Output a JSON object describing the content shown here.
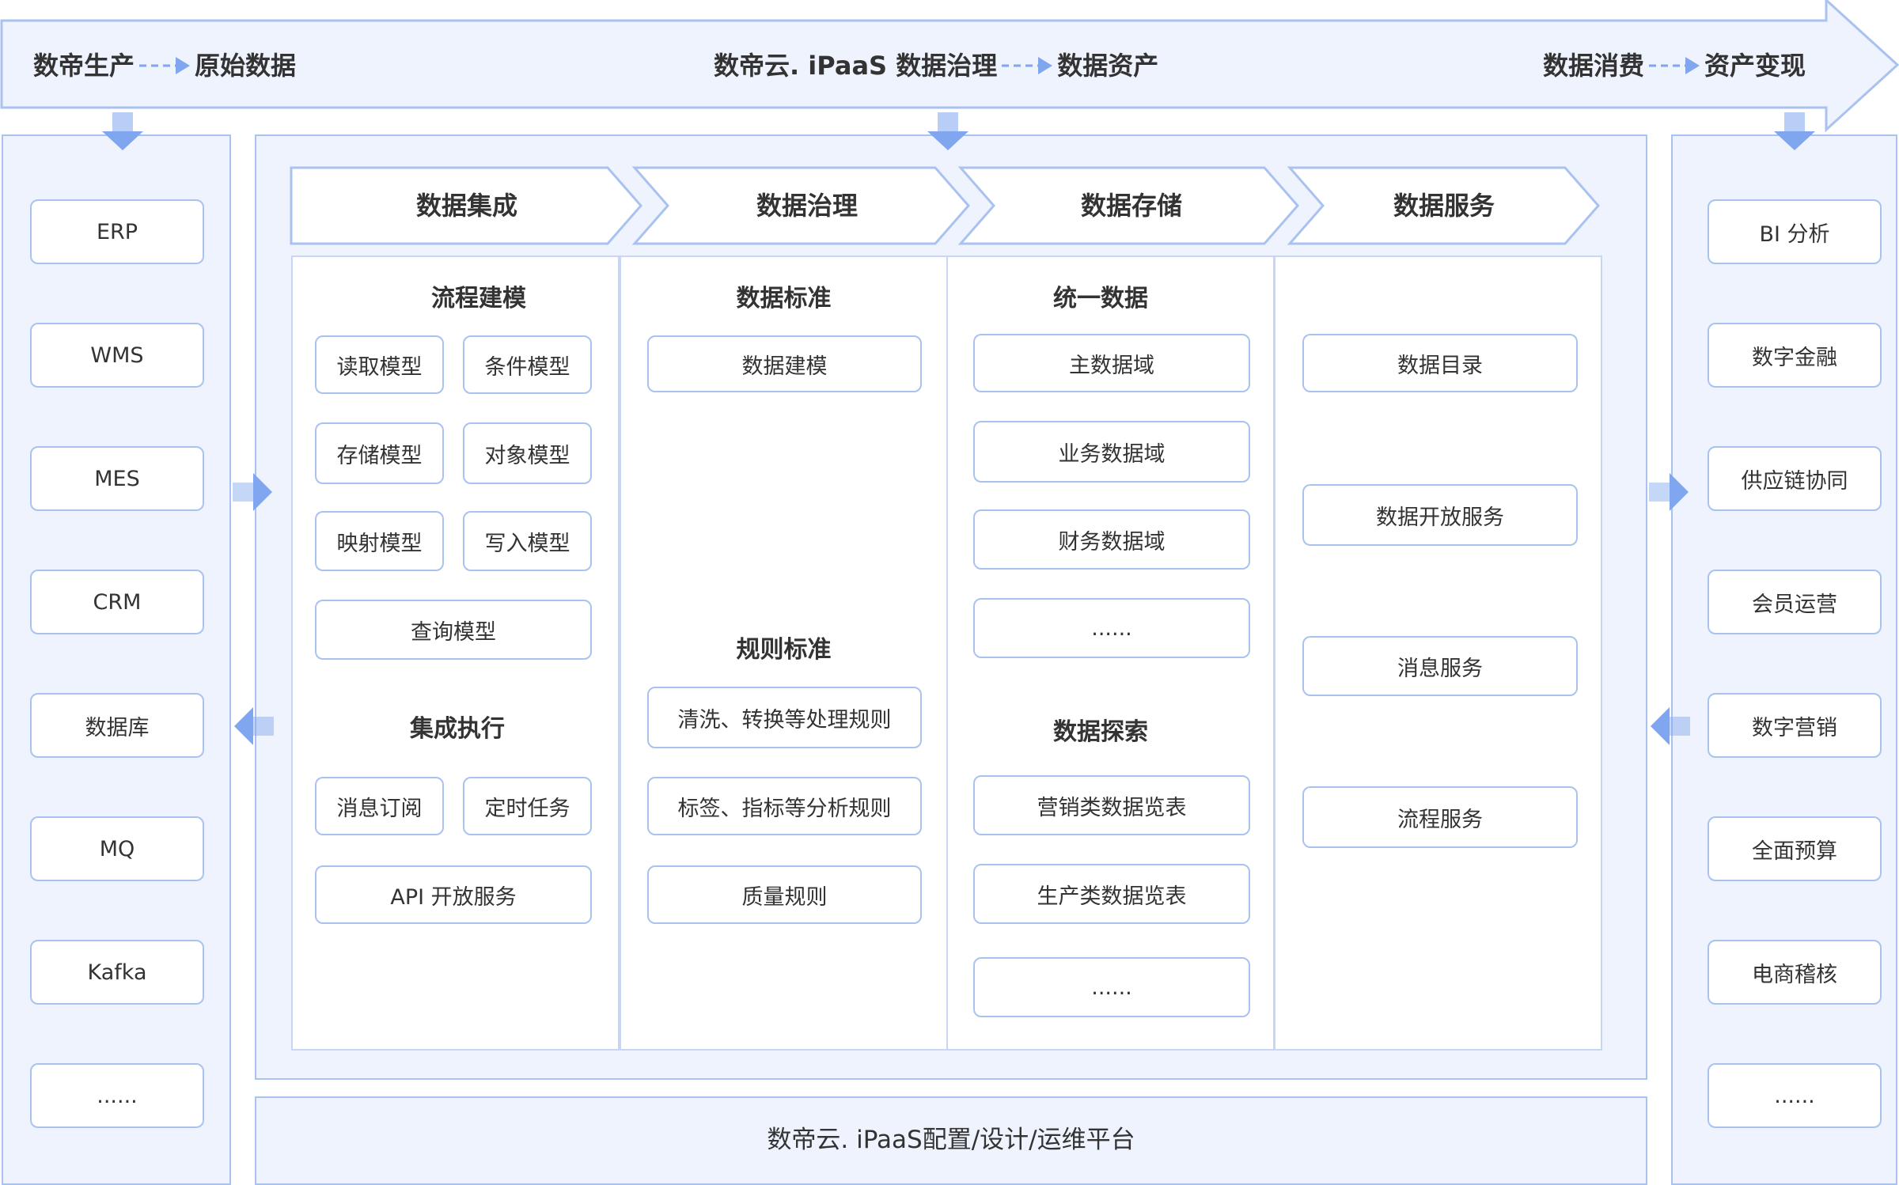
{
  "banner": {
    "left": {
      "from": "数帝生产",
      "to": "原始数据"
    },
    "middle": {
      "from": "数帝云. iPaaS 数据治理",
      "to": "数据资产"
    },
    "right": {
      "from": "数据消费",
      "to": "资产变现"
    }
  },
  "sources": [
    "ERP",
    "WMS",
    "MES",
    "CRM",
    "数据库",
    "MQ",
    "Kafka",
    "......"
  ],
  "consumers": [
    "BI 分析",
    "数字金融",
    "供应链协同",
    "会员运营",
    "数字营销",
    "全面预算",
    "电商稽核",
    "......"
  ],
  "stages": [
    "数据集成",
    "数据治理",
    "数据存储",
    "数据服务"
  ],
  "integration": {
    "modeling_title": "流程建模",
    "models": [
      "读取模型",
      "条件模型",
      "存储模型",
      "对象模型",
      "映射模型",
      "写入模型"
    ],
    "query_model": "查询模型",
    "execution_title": "集成执行",
    "execution": [
      "消息订阅",
      "定时任务"
    ],
    "api_service": "API 开放服务"
  },
  "governance": {
    "standard_title": "数据标准",
    "standard_items": [
      "数据建模"
    ],
    "rules_title": "规则标准",
    "rules_items": [
      "清洗、转换等处理规则",
      "标签、指标等分析规则",
      "质量规则"
    ]
  },
  "storage": {
    "unified_title": "统一数据",
    "unified_items": [
      "主数据域",
      "业务数据域",
      "财务数据域",
      "......"
    ],
    "explore_title": "数据探索",
    "explore_items": [
      "营销类数据览表",
      "生产类数据览表",
      "......"
    ]
  },
  "services": {
    "items": [
      "数据目录",
      "数据开放服务",
      "消息服务",
      "流程服务"
    ]
  },
  "footer": "数帝云. iPaaS配置/设计/运维平台",
  "colors": {
    "panel_bg": "#eef3fd",
    "border": "#a9c2ef",
    "arrow": "#7fa6ee",
    "text": "#333333"
  }
}
